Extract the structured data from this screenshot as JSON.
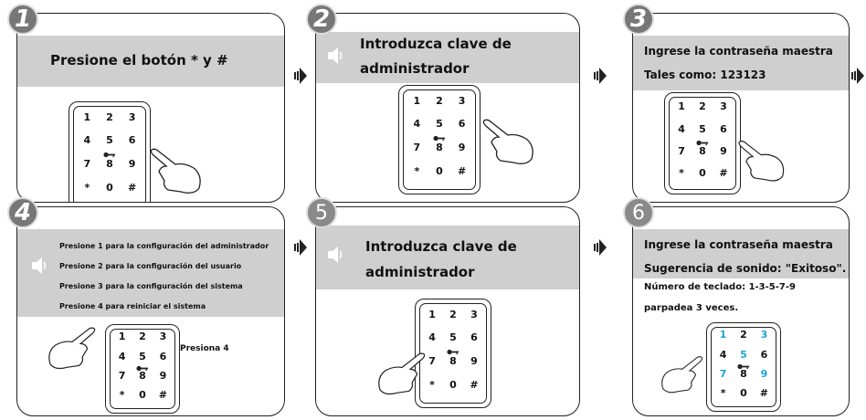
{
  "steps": [
    {
      "badge": "1",
      "title_lines": [
        "Presione el botón * y #"
      ]
    },
    {
      "badge": "2",
      "title_lines": [
        "Introduzca clave de",
        "administrador"
      ]
    },
    {
      "badge": "3",
      "title_lines": [
        "Ingrese la contraseña maestra",
        "Tales como: 123123"
      ]
    },
    {
      "badge": "4",
      "menu": [
        "Presione 1 para la configuración del administrador",
        "Presione 2 para la configuración del usuario",
        "Presione 3 para la configuración del sistema",
        "Presione 4 para reiniciar el sistema"
      ],
      "note": "Presiona 4"
    },
    {
      "badge": "5",
      "title_lines": [
        "Introduzca clave de",
        "administrador"
      ]
    },
    {
      "badge": "6",
      "title_lines": [
        "Ingrese la contraseña maestra",
        "Sugerencia de sonido: \"Exitoso\"."
      ],
      "info_lines": [
        "Número de teclado: 1-3-5-7-9",
        "parpadea 3 veces."
      ]
    }
  ],
  "keypad_keys": [
    "1",
    "2",
    "3",
    "4",
    "5",
    "6",
    "7",
    "8",
    "9",
    "*",
    "0",
    "#"
  ],
  "highlight_color": "#1aa3d8",
  "icons": {
    "speaker": "speaker-icon",
    "arrow": "arrow-right-icon",
    "hand": "pointing-hand-icon",
    "key": "key-icon"
  }
}
